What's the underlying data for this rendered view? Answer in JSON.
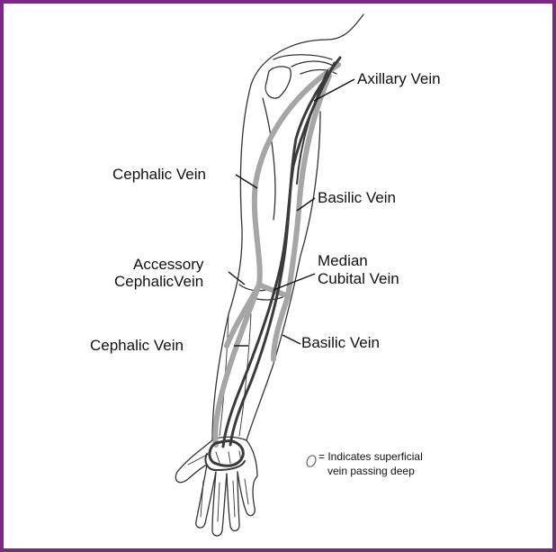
{
  "colors": {
    "frame": "#7b2a84",
    "superficial_vein": "#a6a6a6",
    "deep_vein": "#3a3a3a",
    "outline": "#333333"
  },
  "labels": {
    "axillary_vein": "Axillary Vein",
    "cephalic_vein_upper": "Cephalic Vein",
    "basilic_vein_upper": "Basilic Vein",
    "accessory_cephalic_line1": "Accessory",
    "accessory_cephalic_line2": "CephalicVein",
    "median_cubital_line1": "Median",
    "median_cubital_line2": "Cubital Vein",
    "cephalic_vein_lower": "Cephalic Vein",
    "basilic_vein_lower": "Basilic Vein"
  },
  "legend": {
    "icon": "oval-outline-icon",
    "line1": "= Indicates superficial",
    "line2": "vein passing deep"
  }
}
